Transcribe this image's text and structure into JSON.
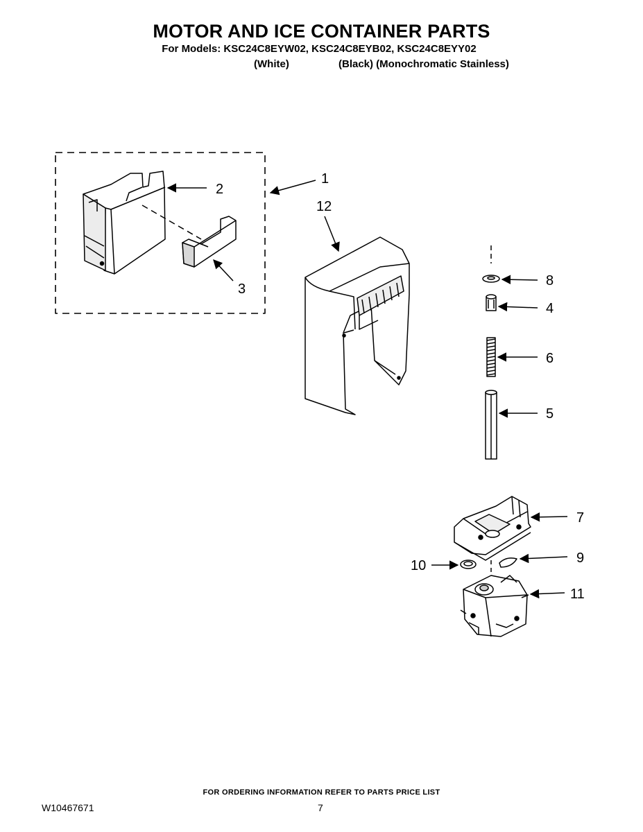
{
  "header": {
    "title": "MOTOR AND ICE CONTAINER PARTS",
    "models_line": "For Models: KSC24C8EYW02, KSC24C8EYB02, KSC24C8EYY02",
    "variant_white": "(White)",
    "variant_black_stainless": "(Black) (Monochromatic Stainless)"
  },
  "callouts": {
    "c1": "1",
    "c2": "2",
    "c3": "3",
    "c4": "4",
    "c5": "5",
    "c6": "6",
    "c7": "7",
    "c8": "8",
    "c9": "9",
    "c10": "10",
    "c11": "11",
    "c12": "12"
  },
  "footer": {
    "ordering_note": "FOR ORDERING INFORMATION REFER TO PARTS PRICE LIST",
    "document_number": "W10467671",
    "page_number": "7"
  }
}
